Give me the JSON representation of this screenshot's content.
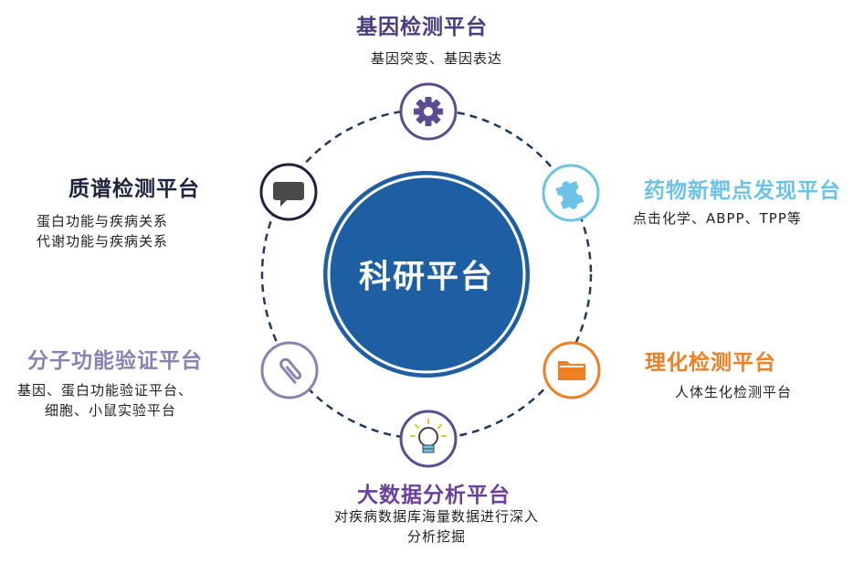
{
  "center": {
    "label": "科研平台"
  },
  "colors": {
    "navy": "#1e5fa3",
    "purple": "#5b4d8f",
    "purple_text": "#4a3d80",
    "dark_text": "#1f2340",
    "sky": "#6cc3e6",
    "orange": "#f07f24",
    "lavender": "#8b82b3",
    "violet": "#6b3fa0"
  },
  "nodes": {
    "gene": {
      "title": "基因检测平台",
      "desc": [
        "基因突变、基因表达"
      ],
      "icon": "gear-icon"
    },
    "drug": {
      "title": "药物新靶点发现平台",
      "desc": [
        "点击化学、ABPP、TPP等"
      ],
      "icon": "puzzle-icon"
    },
    "physchem": {
      "title": "理化检测平台",
      "desc": [
        "人体生化检测平台"
      ],
      "icon": "folder-icon"
    },
    "bigdata": {
      "title": "大数据分析平台",
      "desc": [
        "对疾病数据库海量数据进行深入",
        "分析挖掘"
      ],
      "icon": "lightbulb-icon"
    },
    "molecular": {
      "title": "分子功能验证平台",
      "desc": [
        "基因、蛋白功能验证平台、",
        "细胞、小鼠实验平台"
      ],
      "icon": "paperclip-icon"
    },
    "massspec": {
      "title": "质谱检测平台",
      "desc": [
        "蛋白功能与疾病关系",
        "代谢功能与疾病关系"
      ],
      "icon": "speech-bubble-icon"
    }
  }
}
